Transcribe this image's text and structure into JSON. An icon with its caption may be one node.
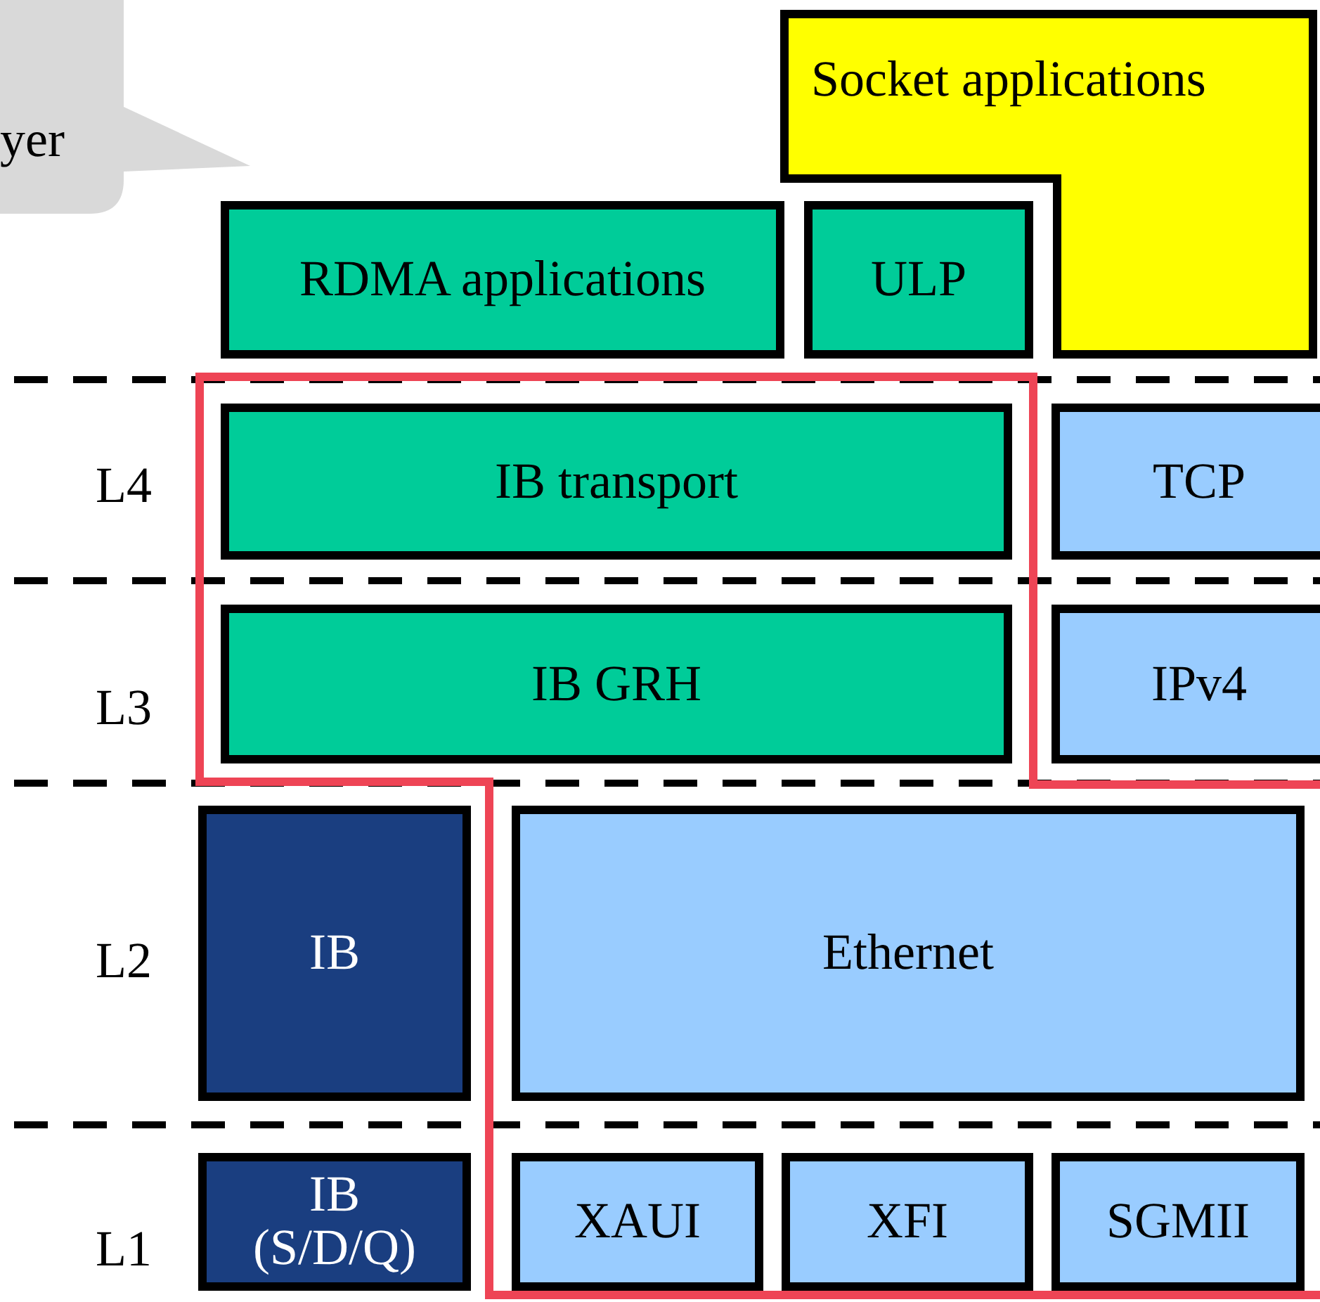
{
  "diagram": {
    "nodes": [
      {
        "text": [
          "yer"
        ]
      },
      {
        "text": [
          "Socket applications"
        ]
      },
      {
        "text": [
          "RDMA applications"
        ]
      },
      {
        "text": [
          "ULP"
        ]
      },
      {
        "text": [
          "IB transport"
        ]
      },
      {
        "text": [
          "TCP"
        ]
      },
      {
        "text": [
          "IB GRH"
        ]
      },
      {
        "text": [
          "IPv4"
        ]
      },
      {
        "text": [
          "IB"
        ]
      },
      {
        "text": [
          "Ethernet"
        ]
      },
      {
        "text": [
          "IB (S/D/Q)"
        ]
      },
      {
        "text": [
          "XAUI"
        ]
      },
      {
        "text": [
          "XFI"
        ]
      },
      {
        "text": [
          "SGMII"
        ]
      }
    ],
    "labels": [
      "L4",
      "L3",
      "L2",
      "L1"
    ]
  }
}
